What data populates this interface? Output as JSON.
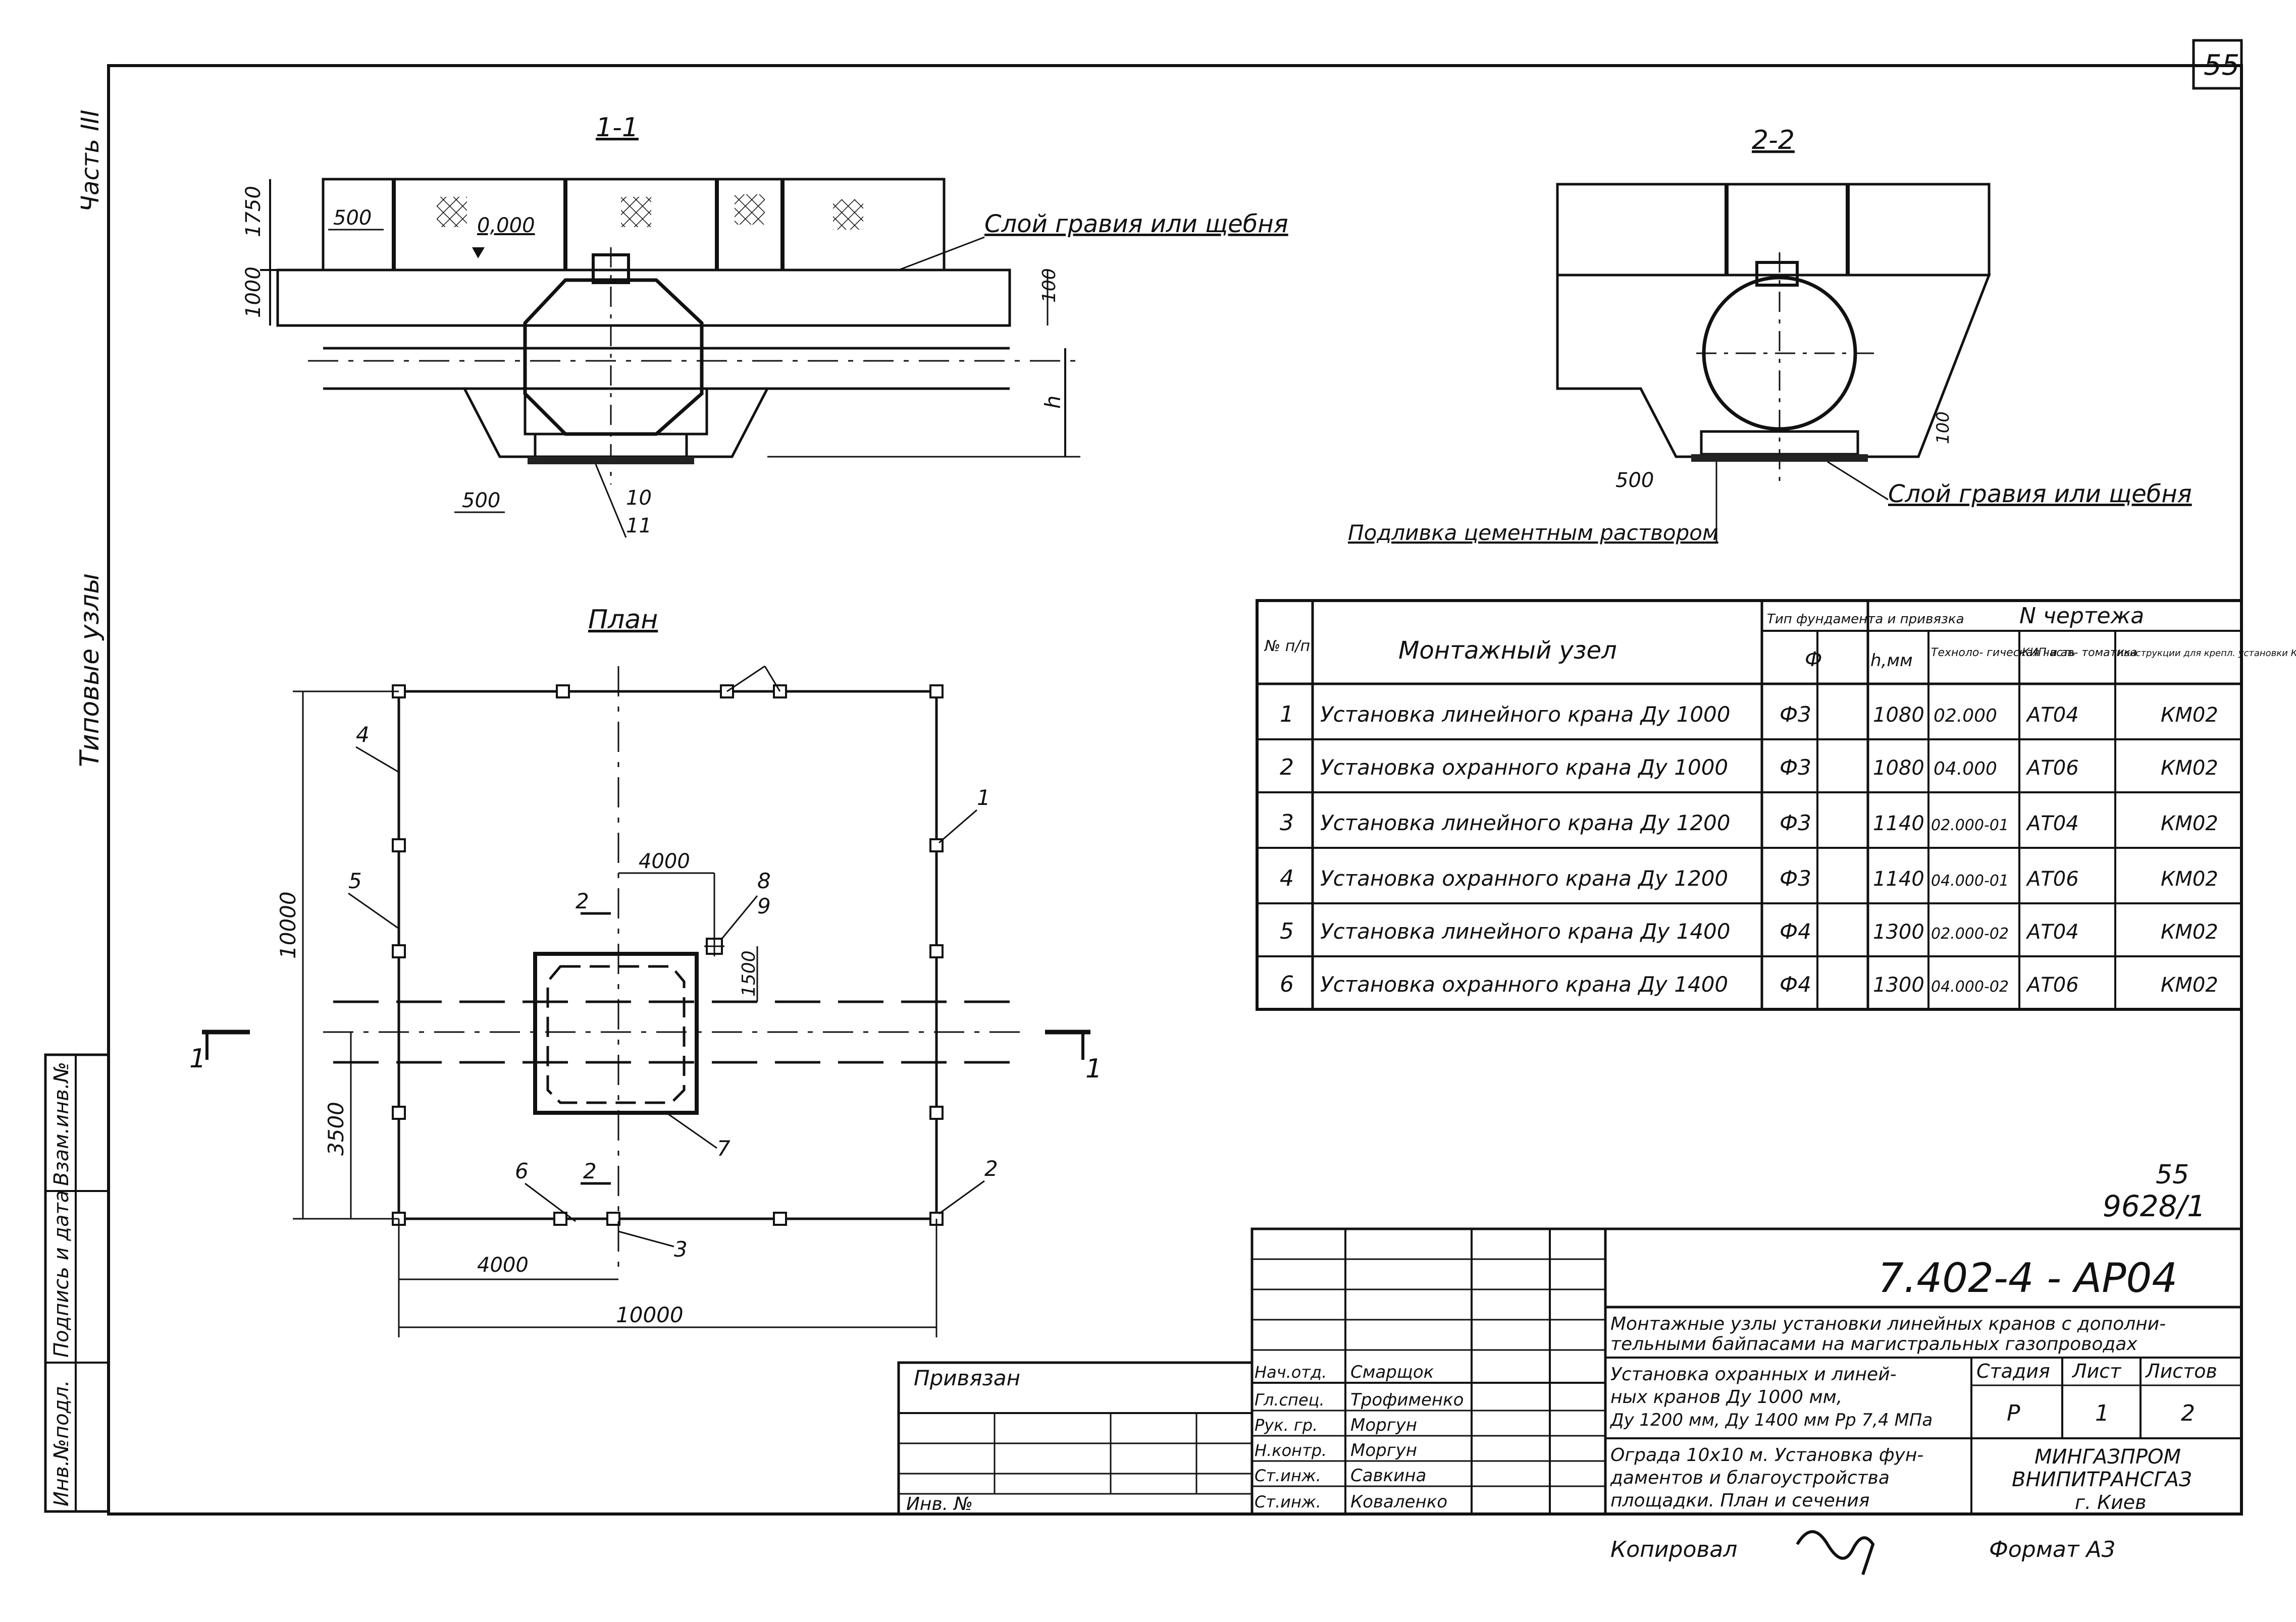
{
  "sheet": {
    "page_number": "55",
    "part_label": "Часть III",
    "typical_nodes_label": "Типовые узлы",
    "sheet_ref_1": "55",
    "sheet_ref_2": "9628/1",
    "drawing_code": "7.402-4 - АР04",
    "copied_by": "Копировал",
    "format": "Формат А3",
    "binding": "Привязан",
    "inv_no": "Инв. №"
  },
  "left_stamp": {
    "cells": [
      "Инв.№подл.",
      "Подпись и дата",
      "Взам.инв.№"
    ]
  },
  "section_1_1": {
    "title": "1-1",
    "level": "0,000",
    "dim_500_top": "500",
    "dim_500_bottom": "500",
    "height_1750": "1750",
    "height_1000": "1000",
    "height_100": "100",
    "h_label": "h",
    "callout_10": "10",
    "callout_11": "11",
    "gravel_note": "Слой гравия или щебня"
  },
  "section_2_2": {
    "title": "2-2",
    "dim_500": "500",
    "dim_100": "100",
    "gravel_note": "Слой гравия или щебня",
    "grout_note": "Подливка цементным раствором"
  },
  "plan": {
    "title": "План",
    "dim_4000_top": "4000",
    "dim_1500": "1500",
    "dim_10000_vert": "10000",
    "dim_3500": "3500",
    "dim_4000_bottom": "4000",
    "dim_10000_horiz": "10000",
    "section_mark_left": "1",
    "section_mark_right": "1",
    "section_mark_2_top": "2",
    "section_mark_2_bottom": "2",
    "callouts": [
      "1",
      "2",
      "3",
      "4",
      "5",
      "6",
      "7",
      "8",
      "9"
    ]
  },
  "nodes_table": {
    "headers": {
      "num": "№ п/п",
      "node": "Монтажный узел",
      "foundation_group": "Тип фундамента и привязка",
      "f": "Ф",
      "h": "h,мм",
      "drawing_group": "N чертежа",
      "tech": "Техноло- гическая часть",
      "kip": "КИП и ав- томатика",
      "constr": "Конструкции для крепл. установки КИП"
    },
    "rows": [
      [
        "1",
        "Установка линейного крана Ду 1000",
        "Ф3",
        "1080",
        "02.000",
        "АТ04",
        "КМ02"
      ],
      [
        "2",
        "Установка охранного крана Ду 1000",
        "Ф3",
        "1080",
        "04.000",
        "АТ06",
        "КМ02"
      ],
      [
        "3",
        "Установка линейного крана Ду 1200",
        "Ф3",
        "1140",
        "02.000-01",
        "АТ04",
        "КМ02"
      ],
      [
        "4",
        "Установка охранного крана Ду 1200",
        "Ф3",
        "1140",
        "04.000-01",
        "АТ06",
        "КМ02"
      ],
      [
        "5",
        "Установка линейного крана Ду 1400",
        "Ф4",
        "1300",
        "02.000-02",
        "АТ04",
        "КМ02"
      ],
      [
        "6",
        "Установка охранного крана Ду 1400",
        "Ф4",
        "1300",
        "04.000-02",
        "АТ06",
        "КМ02"
      ]
    ]
  },
  "title_block": {
    "title_line_1": "Монтажные узлы установки линейных кранов с дополни-",
    "title_line_2": "тельными байпасами на магистральных газопроводах",
    "desc_line_1": "Установка охранных и линей-",
    "desc_line_2": "ных кранов Ду 1000 мм,",
    "desc_line_3": "Ду 1200 мм, Ду 1400 мм Рр 7,4 МПа",
    "sub_line_1": "Ограда 10х10 м. Установка фун-",
    "sub_line_2": "даментов и благоустройства",
    "sub_line_3": "площадки. План и сечения",
    "stage_label": "Стадия",
    "sheet_label": "Лист",
    "sheets_label": "Листов",
    "stage": "Р",
    "sheet": "1",
    "sheets": "2",
    "org_1": "МИНГАЗПРОМ",
    "org_2": "ВНИПИТРАНСГАЗ",
    "org_3": "г. Киев",
    "staff": [
      {
        "role": "Нач.отд.",
        "name": "Смарщок"
      },
      {
        "role": "Гл.спец.",
        "name": "Трофименко"
      },
      {
        "role": "Рук. гр.",
        "name": "Моргун"
      },
      {
        "role": "Н.контр.",
        "name": "Моргун"
      },
      {
        "role": "Ст.инж.",
        "name": "Савкина"
      },
      {
        "role": "Ст.инж.",
        "name": "Коваленко"
      }
    ]
  }
}
